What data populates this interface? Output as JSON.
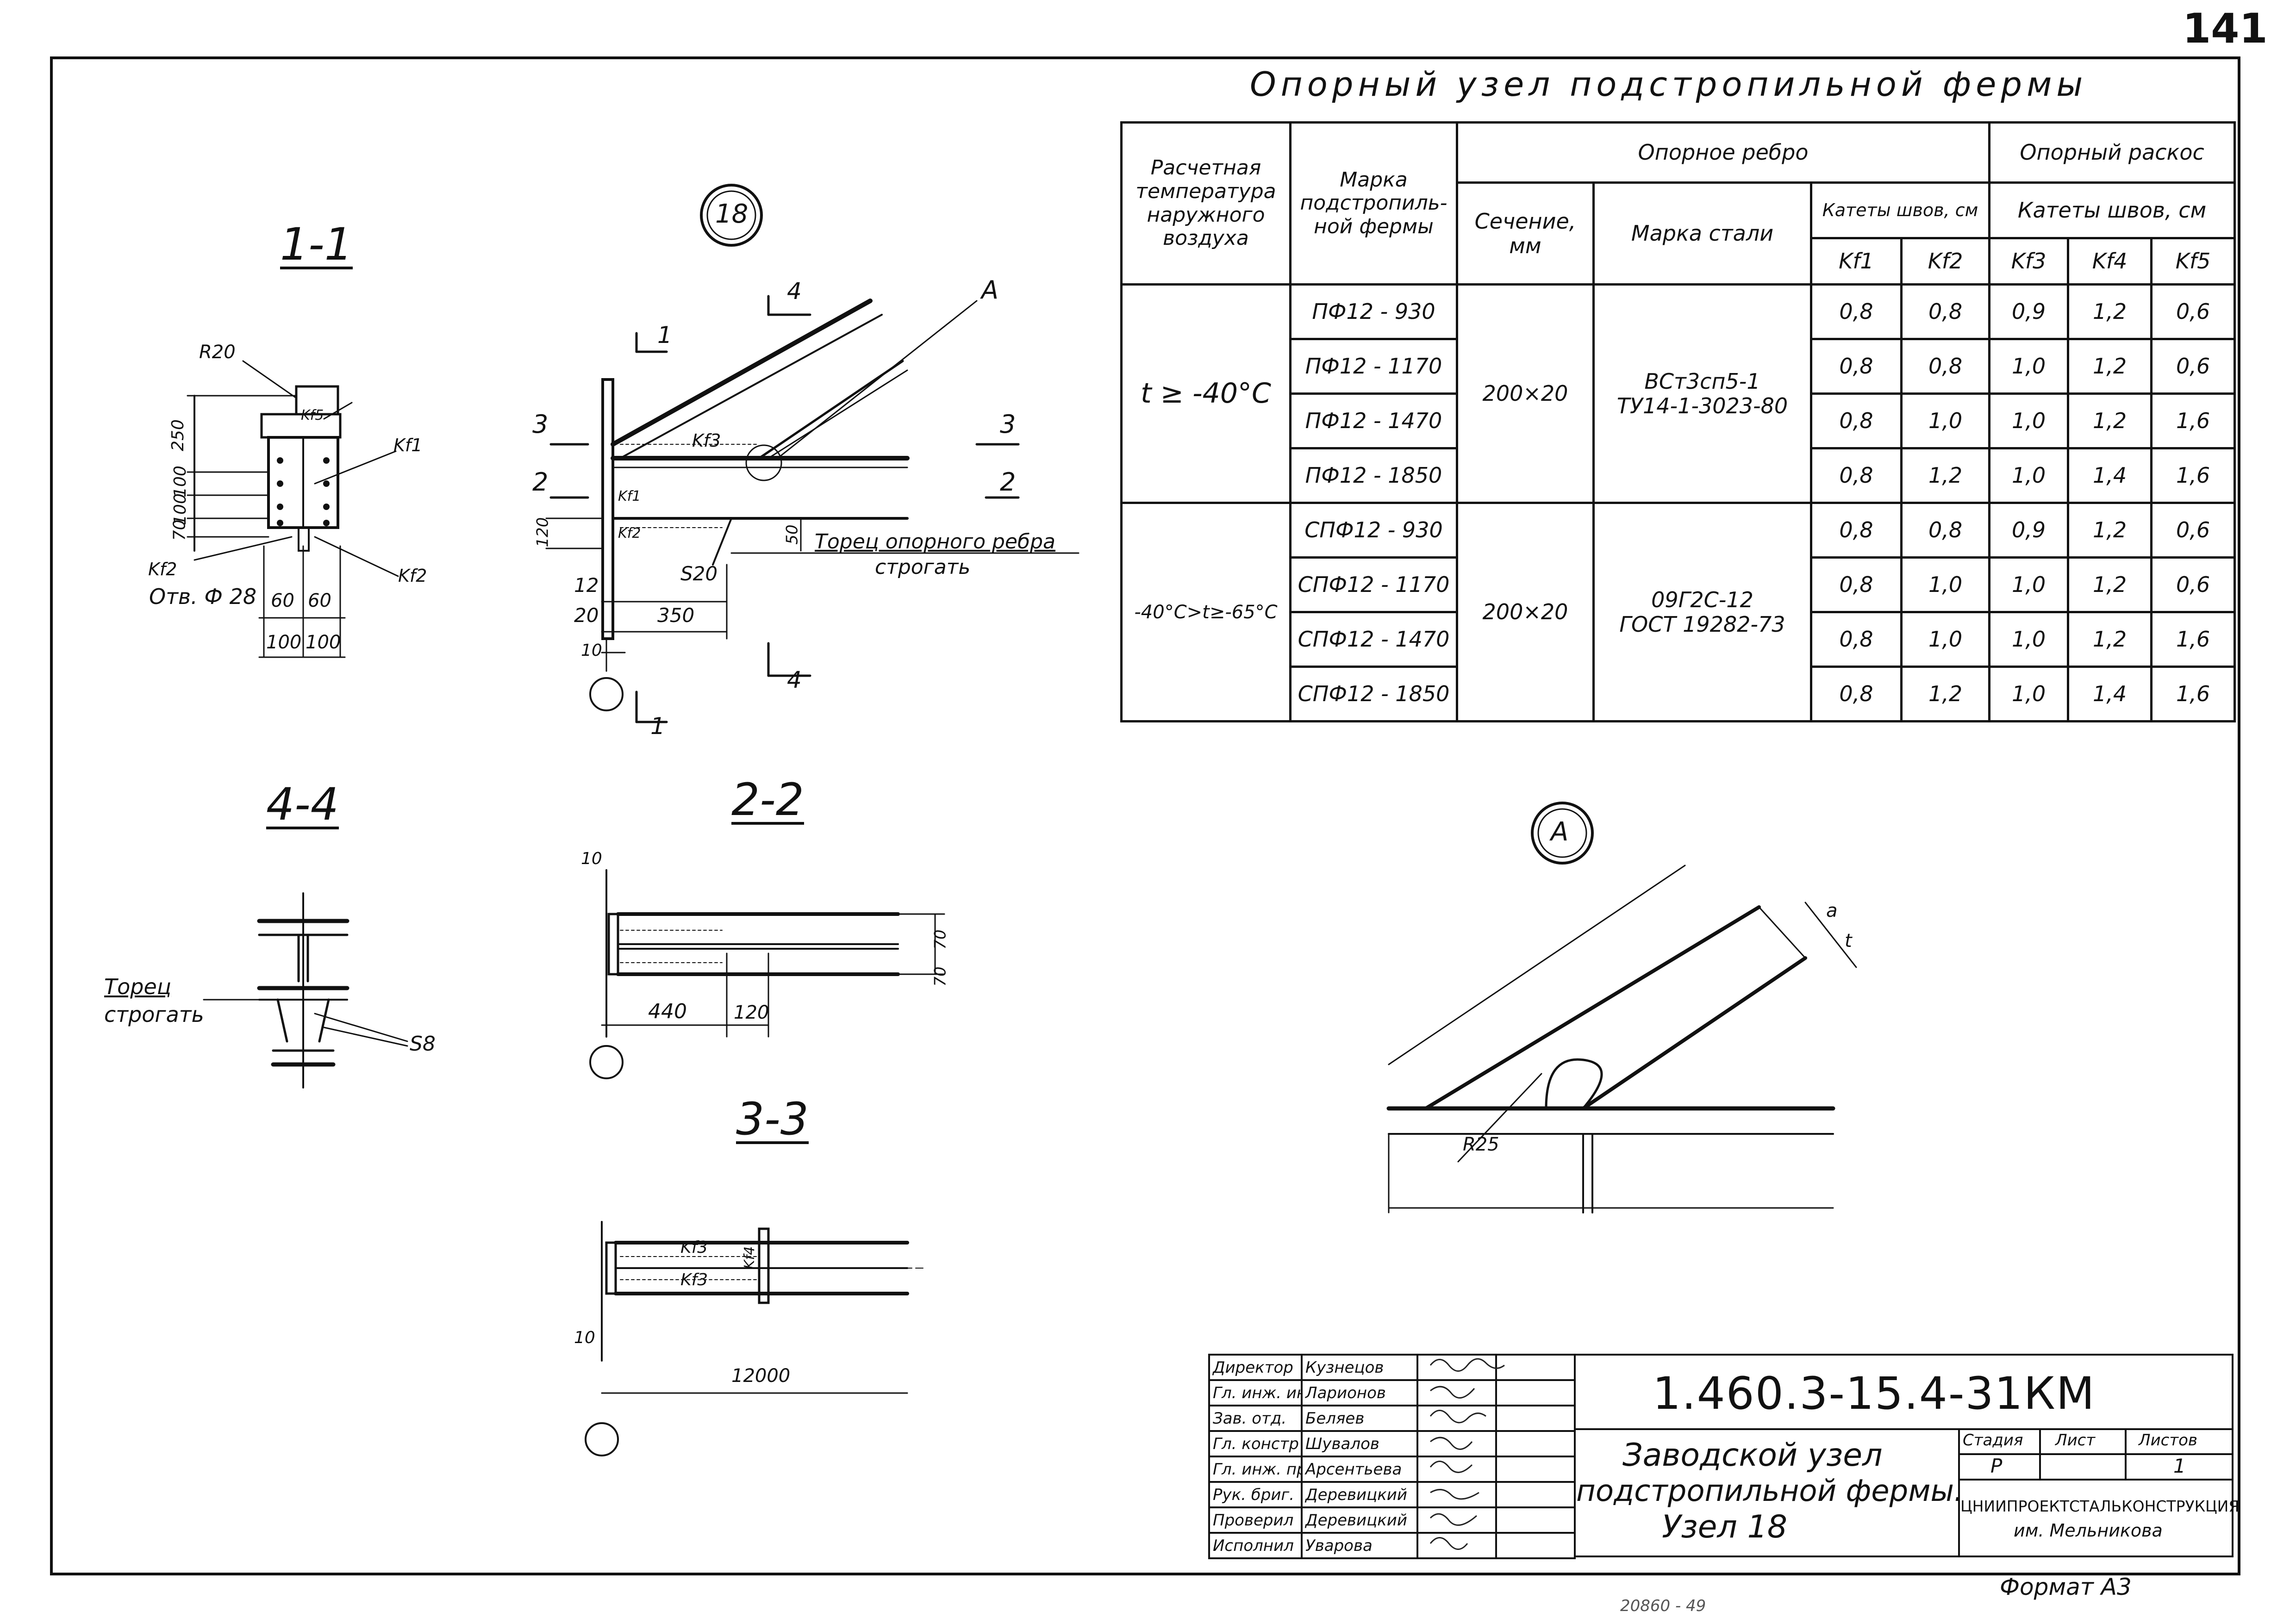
{
  "sheet": {
    "page_number": "141",
    "title": "Опорный узел подстропильной фермы",
    "format": "Формат А3",
    "bottom_stray": "20860 - 49"
  },
  "views": {
    "section_1_1": "1-1",
    "section_4_4": "4-4",
    "section_2_2": "2-2",
    "section_3_3": "3-3",
    "node_number": "18",
    "detail_letter": "А"
  },
  "section_1_1_labels": {
    "r20": "R20",
    "kf5": "Kf5",
    "kf1": "Kf1",
    "kf2_left": "Kf2",
    "kf2_right": "Kf2",
    "hole": "Отв. Ф 28",
    "dim_250": "250",
    "dim_100a": "100",
    "dim_100b": "100",
    "dim_70": "70",
    "dim_60a": "60",
    "dim_60b": "60",
    "dim_100c": "100",
    "dim_100d": "100"
  },
  "node18_labels": {
    "cut_1_top": "1",
    "cut_4_top": "4",
    "cut_3_left": "3",
    "cut_3_right": "3",
    "cut_2_left": "2",
    "cut_2_right": "2",
    "cut_4_bottom": "4",
    "cut_1_bottom": "1",
    "detail_ref": "А",
    "kf3": "Kf3",
    "kf1": "Kf1",
    "kf2": "Kf2",
    "dim_120": "120",
    "dim_50": "50",
    "s20": "S20",
    "dim_12": "12",
    "dim_20": "20",
    "dim_350": "350",
    "dim_10": "10",
    "note_line1": "Торец опорного ребра",
    "note_line2": "строгать"
  },
  "section_4_4_labels": {
    "note_line1": "Торец",
    "note_line2": "строгать",
    "s8": "S8"
  },
  "section_2_2_labels": {
    "dim_10": "10",
    "dim_70a": "70",
    "dim_70b": "70",
    "dim_440": "440",
    "dim_120": "120"
  },
  "section_3_3_labels": {
    "kf3_top": "Kf3",
    "kf3_bottom": "Kf3",
    "kf4": "Kf4",
    "dim_10": "10",
    "dim_12000": "12000"
  },
  "detail_a_labels": {
    "r25": "R25",
    "dim_a": "a",
    "dim_t": "t"
  },
  "table": {
    "headers": {
      "temperature": "Расчетная температура наружного воздуха",
      "truss_mark": "Марка подстропиль-ной фермы",
      "support_rib": "Опорное ребро",
      "section": "Сечение, мм",
      "steel": "Марка стали",
      "rib_welds": "Катеты швов, см",
      "support_brace": "Опорный раскос",
      "brace_welds": "Катеты швов, см",
      "kf1": "Kf1",
      "kf2": "Kf2",
      "kf3": "Kf3",
      "kf4": "Kf4",
      "kf5": "Kf5"
    },
    "groups": [
      {
        "temperature": "t ≥ -40°C",
        "section": "200×20",
        "steel_line1": "ВСт3сп5-1",
        "steel_line2": "ТУ14-1-3023-80",
        "rows": [
          {
            "mark": "ПФ12 - 930",
            "kf1": "0,8",
            "kf2": "0,8",
            "kf3": "0,9",
            "kf4": "1,2",
            "kf5": "0,6"
          },
          {
            "mark": "ПФ12 - 1170",
            "kf1": "0,8",
            "kf2": "0,8",
            "kf3": "1,0",
            "kf4": "1,2",
            "kf5": "0,6"
          },
          {
            "mark": "ПФ12 - 1470",
            "kf1": "0,8",
            "kf2": "1,0",
            "kf3": "1,0",
            "kf4": "1,2",
            "kf5": "1,6"
          },
          {
            "mark": "ПФ12 - 1850",
            "kf1": "0,8",
            "kf2": "1,2",
            "kf3": "1,0",
            "kf4": "1,4",
            "kf5": "1,6"
          }
        ]
      },
      {
        "temperature": "-40°C>t≥-65°C",
        "section": "200×20",
        "steel_line1": "09Г2С-12",
        "steel_line2": "ГОСТ 19282-73",
        "rows": [
          {
            "mark": "СПФ12 - 930",
            "kf1": "0,8",
            "kf2": "0,8",
            "kf3": "0,9",
            "kf4": "1,2",
            "kf5": "0,6"
          },
          {
            "mark": "СПФ12 - 1170",
            "kf1": "0,8",
            "kf2": "1,0",
            "kf3": "1,0",
            "kf4": "1,2",
            "kf5": "0,6"
          },
          {
            "mark": "СПФ12 - 1470",
            "kf1": "0,8",
            "kf2": "1,0",
            "kf3": "1,0",
            "kf4": "1,2",
            "kf5": "1,6"
          },
          {
            "mark": "СПФ12 - 1850",
            "kf1": "0,8",
            "kf2": "1,2",
            "kf3": "1,0",
            "kf4": "1,4",
            "kf5": "1,6"
          }
        ]
      }
    ]
  },
  "title_block": {
    "signatories": [
      {
        "role": "Директор",
        "name": "Кузнецов"
      },
      {
        "role": "Гл. инж. ин",
        "name": "Ларионов"
      },
      {
        "role": "Зав. отд.",
        "name": "Беляев"
      },
      {
        "role": "Гл. констр",
        "name": "Шувалов"
      },
      {
        "role": "Гл. инж. пр",
        "name": "Арсентьева"
      },
      {
        "role": "Рук. бриг.",
        "name": "Деревицкий"
      },
      {
        "role": "Проверил",
        "name": "Деревицкий"
      },
      {
        "role": "Исполнил",
        "name": "Уварова"
      }
    ],
    "designation": "1.460.3-15.4-31КМ",
    "name_line1": "Заводской узел",
    "name_line2": "подстропильной фермы.",
    "name_line3": "Узел 18",
    "stage_label": "Стадия",
    "sheet_label": "Лист",
    "sheets_label": "Листов",
    "stage": "Р",
    "sheet": "",
    "sheets": "1",
    "org_line1": "ЦНИИПРОЕКТСТАЛЬКОНСТРУКЦИЯ",
    "org_line2": "им. Мельникова"
  }
}
